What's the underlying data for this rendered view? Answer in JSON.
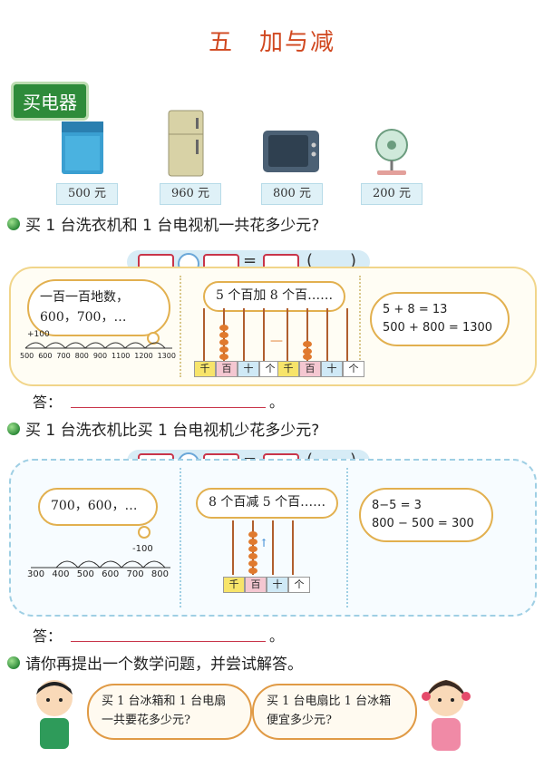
{
  "heading": {
    "title": "五　加与减"
  },
  "section_tag": "买电器",
  "products": [
    {
      "name": "washing-machine",
      "price": "500 元"
    },
    {
      "name": "refrigerator",
      "price": "960 元"
    },
    {
      "name": "television",
      "price": "800 元"
    },
    {
      "name": "fan",
      "price": "200 元"
    }
  ],
  "question1": {
    "text": "买 1 台洗衣机和 1 台电视机一共花多少元?",
    "equation": {
      "op_eq": "=",
      "paren_open": "(",
      "paren_close": ")"
    },
    "cloud_text": "一百一百地数，600，700，…",
    "numline_step": "+100",
    "numline_ticks": [
      "500",
      "600",
      "700",
      "800",
      "900",
      "1100",
      "1200",
      "1300"
    ],
    "abacus_caption": "5 个百加 8 个百……",
    "abacus_labels": [
      "千",
      "百",
      "十",
      "个"
    ],
    "calc_lines": [
      "5 + 8 = 13",
      "500 + 800 = 1300"
    ],
    "answer_label": "答：",
    "answer_end": "。"
  },
  "question2": {
    "text": "买 1 台洗衣机比买 1 台电视机少花多少元?",
    "equation": {
      "op_eq": "=",
      "paren_open": "(",
      "paren_close": ")"
    },
    "cloud_text": "700，600，…",
    "numline_step": "-100",
    "numline_ticks": [
      "300",
      "400",
      "500",
      "600",
      "700",
      "800"
    ],
    "abacus_caption": "8 个百减 5 个百……",
    "abacus_labels": [
      "千",
      "百",
      "十",
      "个"
    ],
    "calc_lines": [
      "8−5 = 3",
      "800 − 500 = 300"
    ],
    "answer_label": "答：",
    "answer_end": "。"
  },
  "question3": {
    "text": "请你再提出一个数学问题，并尝试解答。",
    "boy_speech": "买 1 台冰箱和 1 台电扇一共要花多少元?",
    "girl_speech": "买 1 台电扇比 1 台冰箱便宜多少元?"
  }
}
